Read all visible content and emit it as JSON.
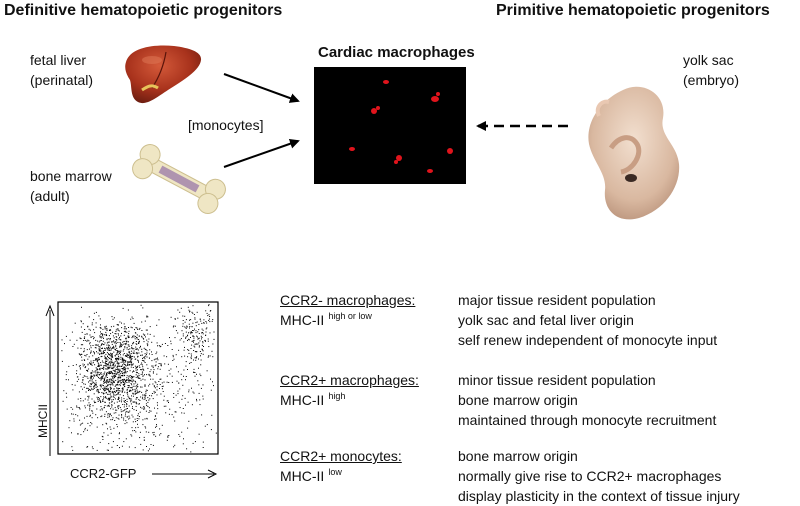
{
  "headers": {
    "definitive": "Definitive hematopoietic progenitors",
    "primitive": "Primitive hematopoietic progenitors"
  },
  "sources": {
    "fetal_liver": {
      "name": "fetal liver",
      "stage": "(perinatal)"
    },
    "bone_marrow": {
      "name": "bone marrow",
      "stage": "(adult)"
    },
    "yolk_sac": {
      "name": "yolk sac",
      "stage": "(embryo)"
    }
  },
  "center": {
    "title": "Cardiac macrophages",
    "monocytes_label": "[monocytes]"
  },
  "flow_plot": {
    "y_label": "MHCII",
    "x_label": "CCR2-GFP"
  },
  "populations": [
    {
      "name": "CCR2- macrophages:",
      "mhc_prefix": "MHC-II",
      "mhc_level": "high or low",
      "traits": [
        "major tissue resident population",
        "yolk sac and fetal liver origin",
        "self renew independent of monocyte input"
      ]
    },
    {
      "name": "CCR2+ macrophages:",
      "mhc_prefix": "MHC-II",
      "mhc_level": "high",
      "traits": [
        "minor tissue resident population",
        "bone marrow origin",
        "maintained through monocyte recruitment"
      ]
    },
    {
      "name": "CCR2+ monocytes:",
      "mhc_prefix": "MHC-II",
      "mhc_level": "low",
      "traits": [
        "bone marrow origin",
        "normally give rise to CCR2+ macrophages",
        "display plasticity in the context of tissue injury"
      ]
    }
  ]
}
